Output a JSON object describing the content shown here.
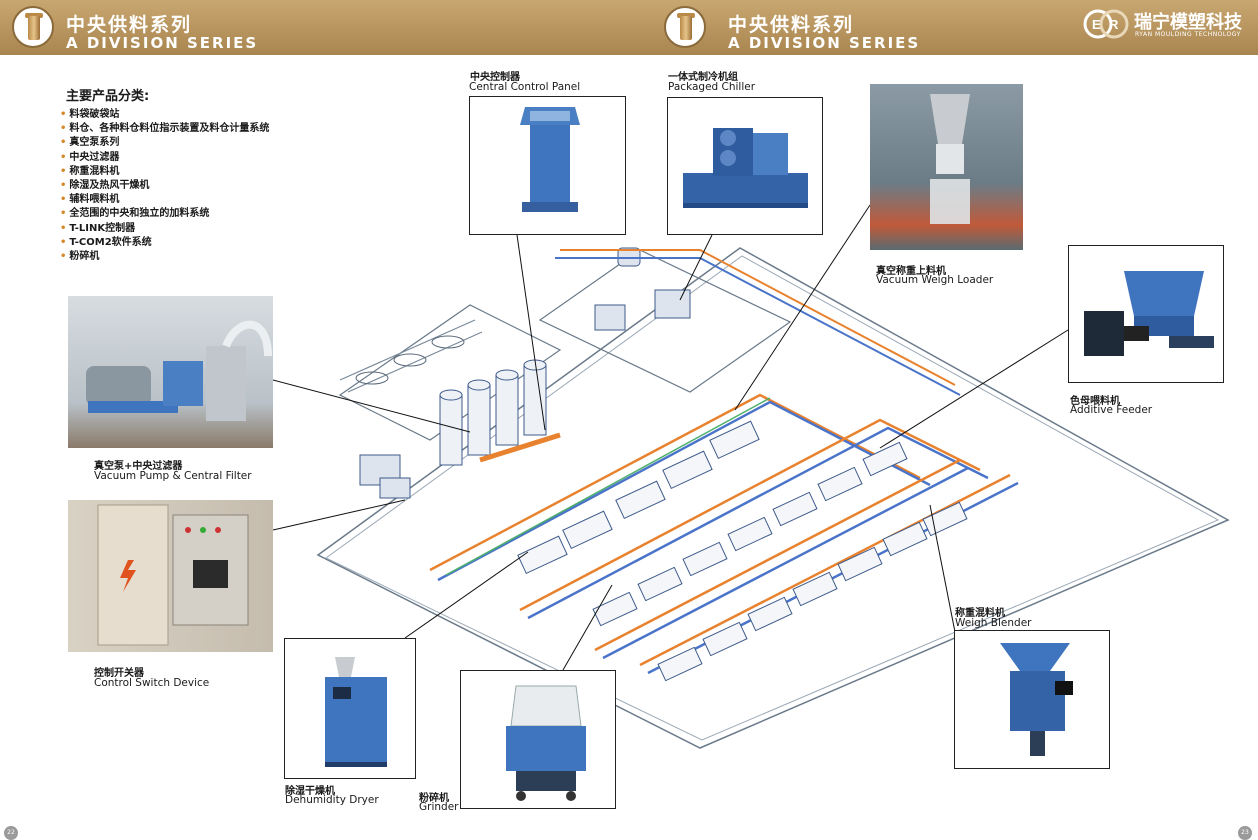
{
  "header": {
    "series_cn": "中央供料系列",
    "series_en": "A DIVISION SERIES",
    "brand_cn": "瑞宁模塑科技",
    "brand_en": "RYAN MOULDING TECHNOLOGY",
    "banner_color": "#b8945e"
  },
  "categories": {
    "title": "主要产品分类:",
    "items": [
      "料袋破袋站",
      "料仓、各种料仓料位指示装置及料仓计量系统",
      "真空泵系列",
      "中央过滤器",
      "称重混料机",
      "除湿及热风干燥机",
      "辅料喂料机",
      "全范围的中央和独立的加料系统",
      "T-LINK控制器",
      "T-COM2软件系统",
      "粉碎机"
    ]
  },
  "products": {
    "central_control_panel": {
      "cn": "中央控制器",
      "en": "Central Control Panel"
    },
    "packaged_chiller": {
      "cn": "一体式制冷机组",
      "en": "Packaged Chiller"
    },
    "vacuum_weigh_loader": {
      "cn": "真空称重上料机",
      "en": "Vacuum Weigh Loader"
    },
    "additive_feeder": {
      "cn": "色母喂料机",
      "en": "Additive Feeder"
    },
    "vacuum_pump_filter": {
      "cn": "真空泵+中央过滤器",
      "en": "Vacuum Pump & Central Filter"
    },
    "control_switch": {
      "cn": "控制开关器",
      "en": "Control Switch Device"
    },
    "weigh_blender": {
      "cn": "称重混料机",
      "en": "Weigh Blender"
    },
    "dehumidity_dryer": {
      "cn": "除湿干燥机",
      "en": "Dehumidity Dryer"
    },
    "grinder": {
      "cn": "粉碎机",
      "en": "Grinder"
    }
  },
  "pages": {
    "left": "22",
    "right": "23"
  },
  "colors": {
    "machine_blue": "#3d6fb8",
    "pipe_orange": "#e8822e",
    "pipe_blue": "#4a74c9",
    "pipe_green": "#4caf6a"
  }
}
